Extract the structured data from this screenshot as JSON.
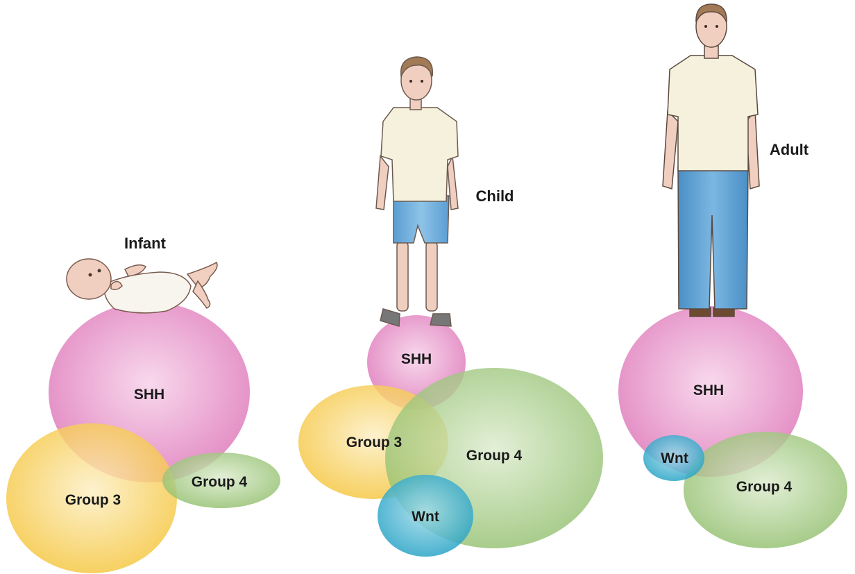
{
  "panels": {
    "infant": {
      "age_label": "Infant",
      "groups": {
        "shh": "SHH",
        "group3": "Group 3",
        "group4": "Group 4"
      }
    },
    "child": {
      "age_label": "Child",
      "groups": {
        "shh": "SHH",
        "group3": "Group 3",
        "group4": "Group 4",
        "wnt": "Wnt"
      }
    },
    "adult": {
      "age_label": "Adult",
      "groups": {
        "shh": "SHH",
        "group4": "Group 4",
        "wnt": "Wnt"
      }
    }
  },
  "colors": {
    "shh": "#e58fc4",
    "group3": "#f7cf5c",
    "group4": "#a5cc85",
    "wnt": "#42b3cf",
    "shirt": "#f6f1dc",
    "jeans": "#5b9fd2",
    "skin": "#f1cfc0",
    "hair": "#a27a55"
  }
}
